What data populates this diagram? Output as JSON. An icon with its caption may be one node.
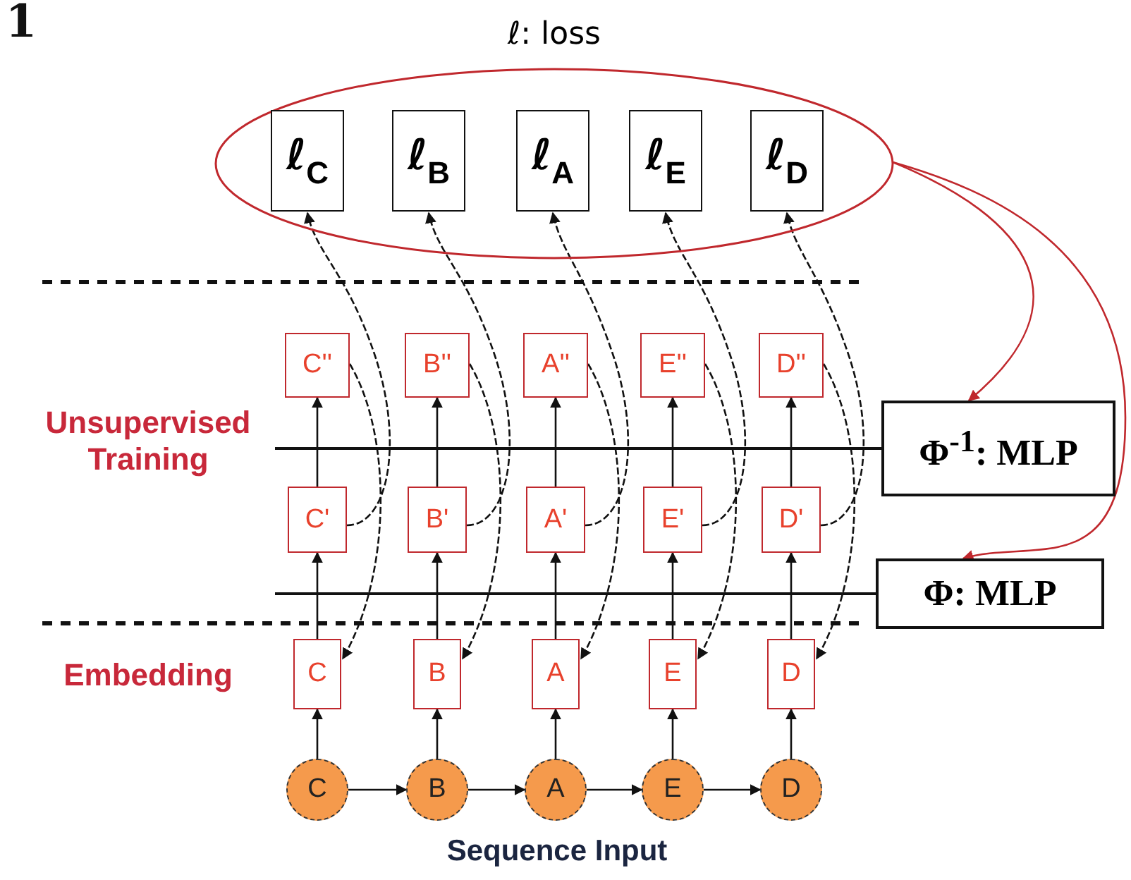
{
  "diagram": {
    "nodes": [
      {
        "text": [
          "ℓ: loss"
        ]
      },
      {
        "text": [
          "ℓ$_{C}$"
        ],
        "in": 0
      },
      {
        "text": [
          "ℓ$_{B}$"
        ],
        "in": 0
      },
      {
        "text": [
          "ℓ$_{A}$"
        ],
        "in": 0
      },
      {
        "text": [
          "ℓ$_{E}$"
        ],
        "in": 0
      },
      {
        "text": [
          "ℓ$_{D}$"
        ],
        "in": 0
      },
      {
        "text": [
          "C''"
        ]
      },
      {
        "text": [
          "B''"
        ]
      },
      {
        "text": [
          "A''"
        ]
      },
      {
        "text": [
          "E''"
        ]
      },
      {
        "text": [
          "D''"
        ]
      },
      {
        "text": [
          "C'"
        ]
      },
      {
        "text": [
          "B'"
        ]
      },
      {
        "text": [
          "A'"
        ]
      },
      {
        "text": [
          "E'"
        ]
      },
      {
        "text": [
          "D'"
        ]
      },
      {
        "text": [
          "C"
        ]
      },
      {
        "text": [
          "B"
        ]
      },
      {
        "text": [
          "A"
        ]
      },
      {
        "text": [
          "E"
        ]
      },
      {
        "text": [
          "D"
        ]
      },
      {
        "text": [
          "C"
        ]
      },
      {
        "text": [
          "B"
        ]
      },
      {
        "text": [
          "A"
        ]
      },
      {
        "text": [
          "E"
        ]
      },
      {
        "text": [
          "D"
        ]
      },
      {
        "text": [
          "Φ$^{-1}$: MLP"
        ]
      },
      {
        "text": [
          "Φ: MLP"
        ]
      }
    ],
    "edges": [
      {
        "from": 21,
        "to": 22,
        "arrow": "to"
      },
      {
        "from": 22,
        "to": 23,
        "arrow": "to"
      },
      {
        "from": 23,
        "to": 24,
        "arrow": "to"
      },
      {
        "from": 24,
        "to": 25,
        "arrow": "to"
      },
      {
        "from": 21,
        "to": 16,
        "arrow": "to"
      },
      {
        "from": 22,
        "to": 17,
        "arrow": "to"
      },
      {
        "from": 23,
        "to": 18,
        "arrow": "to"
      },
      {
        "from": 24,
        "to": 19,
        "arrow": "to"
      },
      {
        "from": 25,
        "to": 20,
        "arrow": "to"
      },
      {
        "from": 16,
        "to": 11,
        "arrow": "to"
      },
      {
        "from": 17,
        "to": 12,
        "arrow": "to"
      },
      {
        "from": 18,
        "to": 13,
        "arrow": "to"
      },
      {
        "from": 19,
        "to": 14,
        "arrow": "to"
      },
      {
        "from": 20,
        "to": 15,
        "arrow": "to"
      },
      {
        "from": 11,
        "to": 6,
        "arrow": "to"
      },
      {
        "from": 12,
        "to": 7,
        "arrow": "to"
      },
      {
        "from": 13,
        "to": 8,
        "arrow": "to"
      },
      {
        "from": 14,
        "to": 9,
        "arrow": "to"
      },
      {
        "from": 15,
        "to": 10,
        "arrow": "to"
      },
      {
        "from": 6,
        "to": 16,
        "arrow": "to",
        "style": "dashed"
      },
      {
        "from": 7,
        "to": 17,
        "arrow": "to",
        "style": "dashed"
      },
      {
        "from": 8,
        "to": 18,
        "arrow": "to",
        "style": "dashed"
      },
      {
        "from": 9,
        "to": 19,
        "arrow": "to",
        "style": "dashed"
      },
      {
        "from": 10,
        "to": 20,
        "arrow": "to",
        "style": "dashed"
      },
      {
        "from": 11,
        "to": 1,
        "arrow": "to",
        "style": "dashed"
      },
      {
        "from": 12,
        "to": 2,
        "arrow": "to",
        "style": "dashed"
      },
      {
        "from": 13,
        "to": 3,
        "arrow": "to",
        "style": "dashed"
      },
      {
        "from": 14,
        "to": 4,
        "arrow": "to",
        "style": "dashed"
      },
      {
        "from": 15,
        "to": 5,
        "arrow": "to",
        "style": "dashed"
      },
      {
        "from": 0,
        "to": 26,
        "arrow": "to",
        "color": "#c0282d"
      },
      {
        "from": 0,
        "to": 27,
        "arrow": "to",
        "color": "#c0282d"
      },
      {
        "from": null,
        "to": 26,
        "arrow": "none"
      },
      {
        "from": null,
        "to": 27,
        "arrow": "none"
      }
    ],
    "labels": [
      "1",
      "Unsupervised Training",
      "Embedding",
      "Sequence Input"
    ]
  }
}
